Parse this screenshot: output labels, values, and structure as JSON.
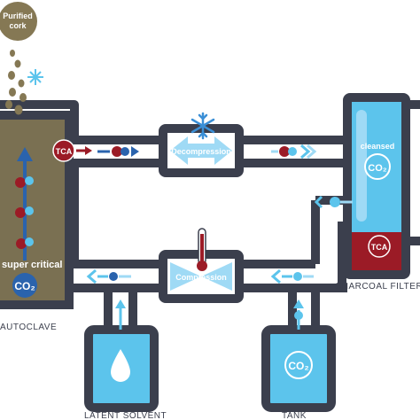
{
  "colors": {
    "pipe": "#3b3f4d",
    "autoclave_fill": "#7a7052",
    "cork_fill": "#857854",
    "water_blue": "#5cc4ec",
    "light_blue": "#9fdaf5",
    "dark_blue": "#2a63ad",
    "contaminant_red": "#9b1b26",
    "label_text": "#3b3f4d",
    "white": "#ffffff"
  },
  "labels": {
    "purified_cork_line1": "Purified",
    "purified_cork_line2": "cork",
    "tca_autoclave": "TCA",
    "decompression": "Decompression",
    "compression": "Compression",
    "cleansed": "cleansed",
    "co2_filter": "CO₂",
    "tca_filter": "TCA",
    "super_critical": "super critical",
    "co2_autoclave": "CO₂",
    "co2_tank": "CO₂",
    "charcoal_filter": "CHARCOAL FILTER",
    "autoclave": "AUTOCLAVE",
    "latent_solvent": "LATENT SOLVENT",
    "tank": "TANK"
  },
  "icons": {
    "snowflake": "snowflake-icon",
    "thermometer": "thermometer-icon",
    "droplet": "water-droplet-icon",
    "sparkle": "sparkle-icon",
    "flow_arrow": "flow-arrow-icon"
  }
}
